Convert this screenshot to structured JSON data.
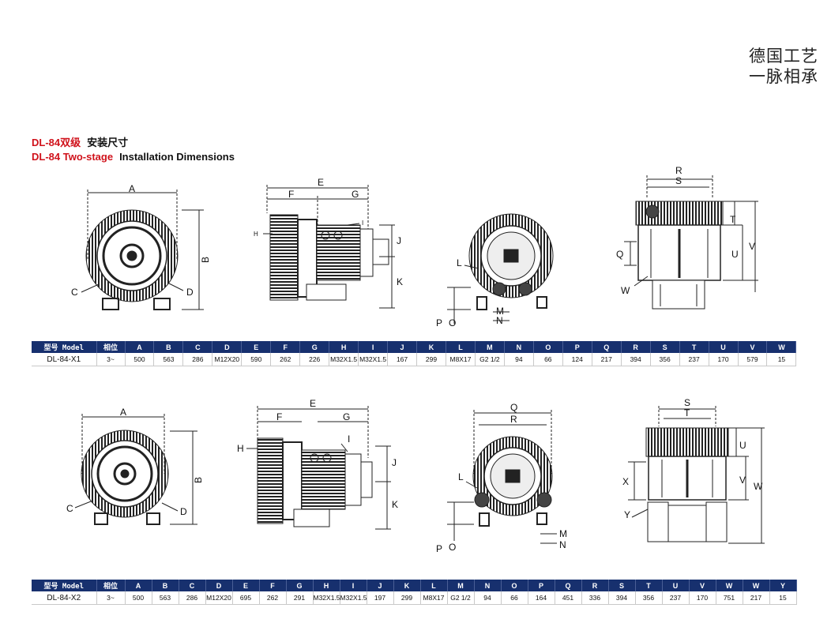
{
  "slogan": {
    "line1": "德国工艺",
    "line2": "一脉相承"
  },
  "titles": {
    "cn_red": "DL-84双级",
    "cn_black": "安装尺寸",
    "en_red": "DL-84 Two-stage",
    "en_black": "Installation Dimensions"
  },
  "table1": {
    "headers": [
      "型号 Model",
      "相位",
      "A",
      "B",
      "C",
      "D",
      "E",
      "F",
      "G",
      "H",
      "I",
      "J",
      "K",
      "L",
      "M",
      "N",
      "O",
      "P",
      "Q",
      "R",
      "S",
      "T",
      "U",
      "V",
      "W"
    ],
    "row": [
      "DL-84-X1",
      "3~",
      "500",
      "563",
      "286",
      "M12X20",
      "590",
      "262",
      "226",
      "M32X1.5",
      "M32X1.5",
      "167",
      "299",
      "M8X17",
      "G2 1/2",
      "94",
      "66",
      "124",
      "217",
      "394",
      "356",
      "237",
      "170",
      "579",
      "15"
    ]
  },
  "table2": {
    "headers": [
      "型号 Model",
      "相位",
      "A",
      "B",
      "C",
      "D",
      "E",
      "F",
      "G",
      "H",
      "I",
      "J",
      "K",
      "L",
      "M",
      "N",
      "O",
      "P",
      "Q",
      "R",
      "S",
      "T",
      "U",
      "V",
      "W",
      "W",
      "Y"
    ],
    "row": [
      "DL-84-X2",
      "3~",
      "500",
      "563",
      "286",
      "M12X20",
      "695",
      "262",
      "291",
      "M32X1.5",
      "M32X1.5",
      "197",
      "299",
      "M8X17",
      "G2 1/2",
      "94",
      "66",
      "164",
      "451",
      "336",
      "394",
      "356",
      "237",
      "170",
      "751",
      "217",
      "15"
    ]
  },
  "labels1": {
    "front": [
      "A",
      "B",
      "C",
      "D"
    ],
    "side": [
      "E",
      "F",
      "G",
      "H",
      "I",
      "J",
      "K"
    ],
    "inlet": [
      "L",
      "M",
      "N",
      "O",
      "P"
    ],
    "top": [
      "R",
      "S",
      "T",
      "U",
      "V",
      "Q",
      "W"
    ]
  },
  "labels2": {
    "front": [
      "A",
      "B",
      "C",
      "D"
    ],
    "side": [
      "E",
      "F",
      "G",
      "H",
      "I",
      "J",
      "K"
    ],
    "inlet": [
      "Q",
      "R",
      "L",
      "M",
      "N",
      "O",
      "P"
    ],
    "top": [
      "S",
      "T",
      "U",
      "V",
      "W",
      "X",
      "Y"
    ]
  },
  "colors": {
    "red": "#d0121b",
    "header_blue": "#17306e"
  }
}
